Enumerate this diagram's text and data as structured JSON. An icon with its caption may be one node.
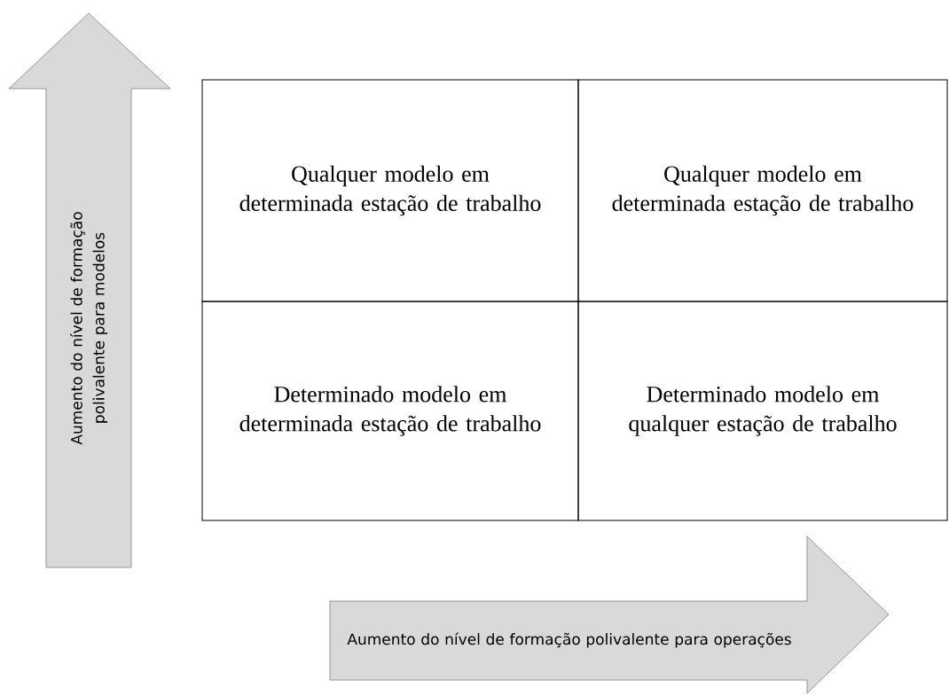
{
  "diagram": {
    "nodes": [
      {
        "text": [
          "Aumento do nível de formação polivalente para modelos"
        ]
      },
      {
        "text": [
          "Qualquer modelo em determinada estação de trabalho"
        ]
      },
      {
        "text": [
          "Qualquer modelo em determinada estação de trabalho"
        ]
      },
      {
        "text": [
          "Determinado modelo em determinada estação de trabalho"
        ]
      },
      {
        "text": [
          "Determinado modelo  em qualquer estação de trabalho"
        ]
      },
      {
        "text": [
          "Aumento do nível de formação polivalente para operações"
        ]
      }
    ]
  }
}
